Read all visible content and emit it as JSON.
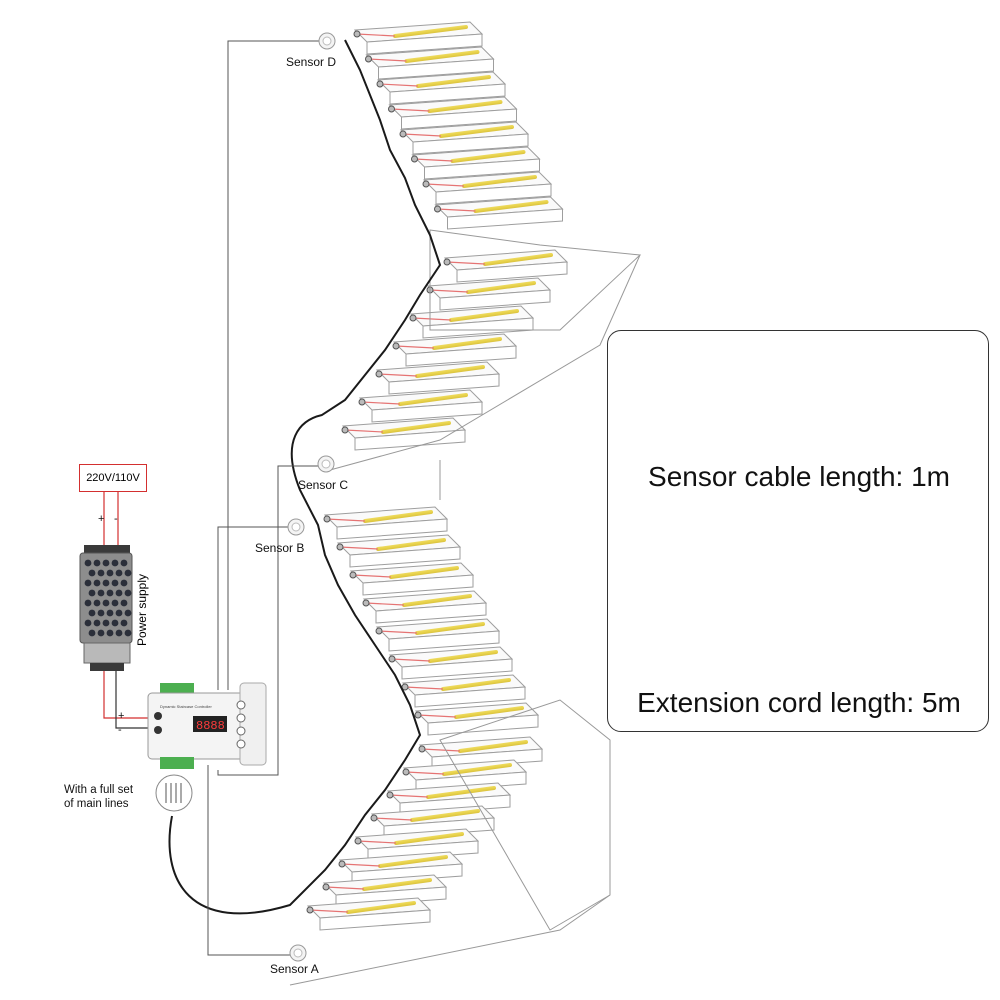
{
  "power": {
    "input_voltage": "220V/110V",
    "supply_label": "Power supply",
    "plus": "+",
    "minus": "-"
  },
  "sensors": {
    "a": "Sensor A",
    "b": "Sensor B",
    "c": "Sensor C",
    "d": "Sensor D"
  },
  "controller": {
    "title": "Dynamic Staircase Controller",
    "display": "8888"
  },
  "main_lines": {
    "line1": "With a full set",
    "line2": "of main lines"
  },
  "info_panel": {
    "sensor_cable": "Sensor cable length: 1m",
    "extension_cord": "Extension cord length: 5m"
  },
  "colors": {
    "led_strip": "#e8d24a",
    "power_wire": "#d32f2f",
    "signal_wire": "#555555",
    "main_wire": "#1a1a1a"
  }
}
